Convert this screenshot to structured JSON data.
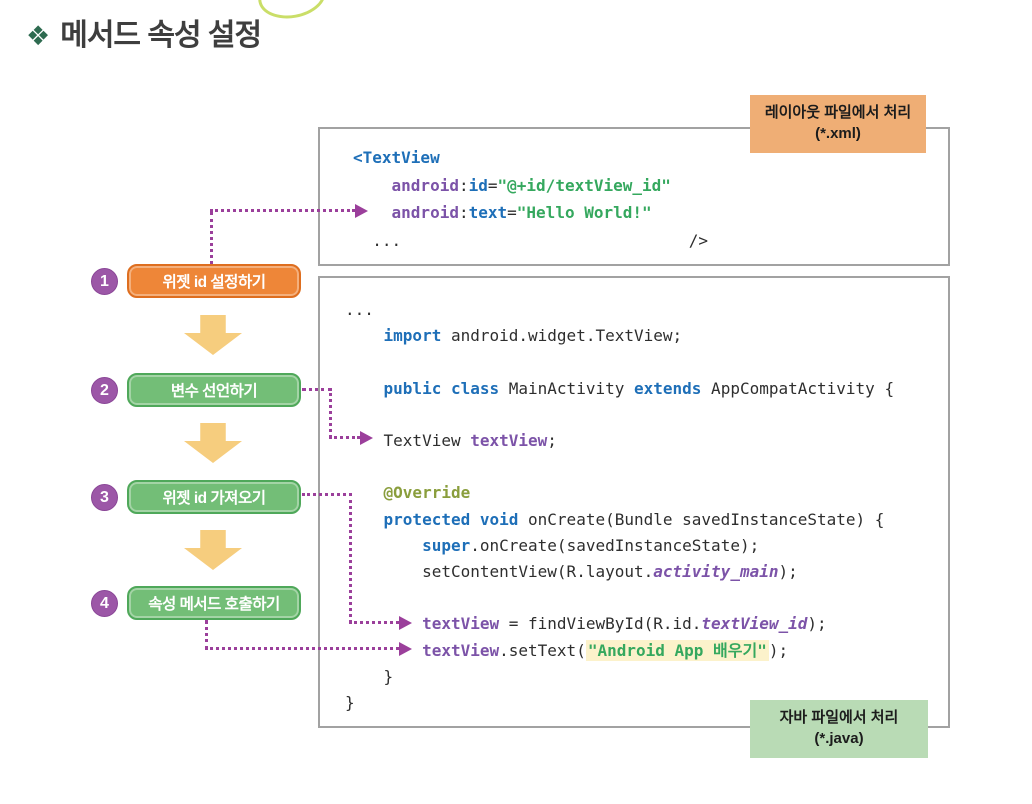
{
  "title": {
    "icon": "❖",
    "text": "메서드 속성 설정"
  },
  "labels": {
    "xml": {
      "line1": "레이아웃 파일에서 처리",
      "line2": "(*.xml)"
    },
    "java": {
      "line1": "자바 파일에서 처리",
      "line2": "(*.java)"
    }
  },
  "flowchart": {
    "steps": [
      {
        "num": "1",
        "label": "위젯 id 설정하기",
        "variant": "orange"
      },
      {
        "num": "2",
        "label": "변수 선언하기",
        "variant": "green"
      },
      {
        "num": "3",
        "label": "위젯 id 가져오기",
        "variant": "green"
      },
      {
        "num": "4",
        "label": "속성 메서드 호출하기",
        "variant": "green"
      }
    ]
  },
  "xml_code": {
    "lines": [
      {
        "tokens": [
          {
            "t": "<TextView",
            "c": "kw"
          }
        ]
      },
      {
        "tokens": [
          {
            "t": "    ",
            "c": "plain"
          },
          {
            "t": "android",
            "c": "attr"
          },
          {
            "t": ":",
            "c": "plain"
          },
          {
            "t": "id",
            "c": "kw"
          },
          {
            "t": "=",
            "c": "plain"
          },
          {
            "t": "\"@+id/textView_id\"",
            "c": "str"
          }
        ]
      },
      {
        "tokens": [
          {
            "t": "    ",
            "c": "plain"
          },
          {
            "t": "android",
            "c": "attr"
          },
          {
            "t": ":",
            "c": "plain"
          },
          {
            "t": "text",
            "c": "kw"
          },
          {
            "t": "=",
            "c": "plain"
          },
          {
            "t": "\"Hello World!\"",
            "c": "str"
          }
        ]
      },
      {
        "tokens": [
          {
            "t": "  ...",
            "c": "plain"
          }
        ],
        "right": "/>"
      }
    ]
  },
  "java_code": {
    "lines": [
      {
        "tokens": [
          {
            "t": "...",
            "c": "plain"
          }
        ]
      },
      {
        "tokens": [
          {
            "t": "    ",
            "c": "plain"
          },
          {
            "t": "import",
            "c": "kw"
          },
          {
            "t": " android.widget.TextView;",
            "c": "plain"
          }
        ]
      },
      {
        "tokens": []
      },
      {
        "tokens": [
          {
            "t": "    ",
            "c": "plain"
          },
          {
            "t": "public class",
            "c": "kw"
          },
          {
            "t": " MainActivity ",
            "c": "plain"
          },
          {
            "t": "extends",
            "c": "kw"
          },
          {
            "t": " AppCompatActivity {",
            "c": "plain"
          }
        ]
      },
      {
        "tokens": []
      },
      {
        "tokens": [
          {
            "t": "    ",
            "c": "plain"
          },
          {
            "t": "TextView ",
            "c": "plain"
          },
          {
            "t": "textView",
            "c": "var"
          },
          {
            "t": ";",
            "c": "plain"
          }
        ]
      },
      {
        "tokens": []
      },
      {
        "tokens": [
          {
            "t": "    ",
            "c": "plain"
          },
          {
            "t": "@Override",
            "c": "ann"
          }
        ]
      },
      {
        "tokens": [
          {
            "t": "    ",
            "c": "plain"
          },
          {
            "t": "protected void",
            "c": "kw"
          },
          {
            "t": " onCreate(Bundle savedInstanceState) {",
            "c": "plain"
          }
        ]
      },
      {
        "tokens": [
          {
            "t": "        ",
            "c": "plain"
          },
          {
            "t": "super",
            "c": "kw"
          },
          {
            "t": ".onCreate(savedInstanceState);",
            "c": "plain"
          }
        ]
      },
      {
        "tokens": [
          {
            "t": "        ",
            "c": "plain"
          },
          {
            "t": "setContentView(R.layout.",
            "c": "plain"
          },
          {
            "t": "activity_main",
            "c": "vari"
          },
          {
            "t": ");",
            "c": "plain"
          }
        ]
      },
      {
        "tokens": []
      },
      {
        "tokens": [
          {
            "t": "        ",
            "c": "plain"
          },
          {
            "t": "textView",
            "c": "var"
          },
          {
            "t": " = findViewById(R.id.",
            "c": "plain"
          },
          {
            "t": "textView_id",
            "c": "vari"
          },
          {
            "t": ");",
            "c": "plain"
          }
        ]
      },
      {
        "tokens": [
          {
            "t": "        ",
            "c": "plain"
          },
          {
            "t": "textView",
            "c": "var"
          },
          {
            "t": ".setText(",
            "c": "plain"
          },
          {
            "t": "\"Android App 배우기\"",
            "c": "strhl"
          },
          {
            "t": ");",
            "c": "plain"
          }
        ]
      },
      {
        "tokens": [
          {
            "t": "    }",
            "c": "plain"
          }
        ]
      },
      {
        "tokens": [
          {
            "t": "}",
            "c": "plain"
          }
        ]
      }
    ]
  },
  "colors": {
    "accent_orange": "#EE8638",
    "accent_green": "#73BE77",
    "badge_purple": "#9C57A7",
    "connector_purple": "#9B3F9B",
    "arrow_yellow": "#F6CD7E",
    "label_xml_bg": "#EFAE75",
    "label_java_bg": "#B9DBB5",
    "keyword_blue": "#1E6FB8",
    "identifier_purple": "#7C53A8",
    "string_green": "#35A85E",
    "annotation_olive": "#8A9E3D",
    "title_diamond_green": "#2E6B50"
  }
}
